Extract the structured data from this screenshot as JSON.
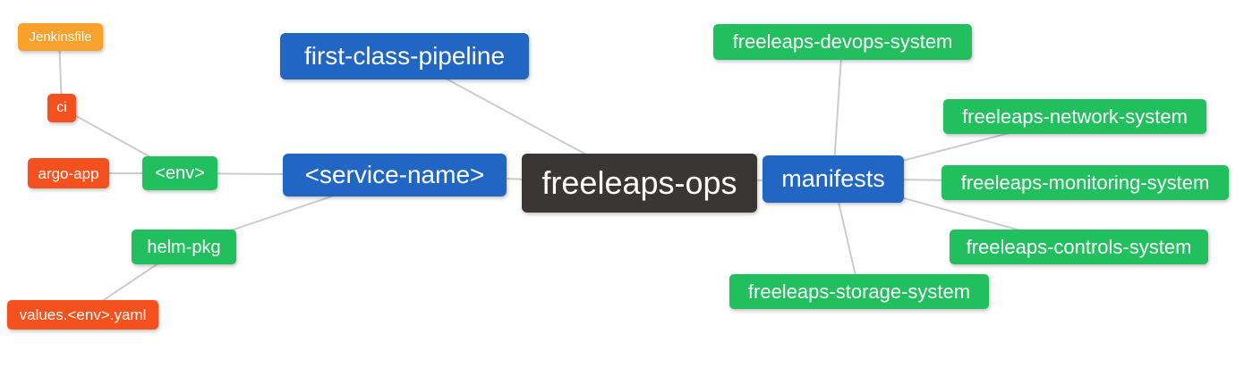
{
  "diagram": {
    "type": "mindmap",
    "background": "#ffffff",
    "colors": {
      "blue": "#2266C3",
      "green": "#22BF5E",
      "red": "#F4511E",
      "orange": "#F8A12C",
      "dark": "#3B3636",
      "edge": "#CCCCCC",
      "text": "#FFFFFF"
    },
    "nodes": {
      "freeleaps_ops": {
        "label": "freeleaps-ops",
        "color_role": "dark"
      },
      "first_class_pipeline": {
        "label": "first-class-pipeline",
        "color_role": "blue"
      },
      "service_name": {
        "label": "<service-name>",
        "color_role": "blue"
      },
      "manifests": {
        "label": "manifests",
        "color_role": "blue"
      },
      "env": {
        "label": "<env>",
        "color_role": "green"
      },
      "helm_pkg": {
        "label": "helm-pkg",
        "color_role": "green"
      },
      "ci": {
        "label": "ci",
        "color_role": "red"
      },
      "argo_app": {
        "label": "argo-app",
        "color_role": "red"
      },
      "values_env_yaml": {
        "label": "values.<env>.yaml",
        "color_role": "red"
      },
      "jenkinsfile": {
        "label": "Jenkinsfile",
        "color_role": "orange"
      },
      "freeleaps_devops_system": {
        "label": "freeleaps-devops-system",
        "color_role": "green"
      },
      "freeleaps_network_system": {
        "label": "freeleaps-network-system",
        "color_role": "green"
      },
      "freeleaps_monitoring_system": {
        "label": "freeleaps-monitoring-system",
        "color_role": "green"
      },
      "freeleaps_controls_system": {
        "label": "freeleaps-controls-system",
        "color_role": "green"
      },
      "freeleaps_storage_system": {
        "label": "freeleaps-storage-system",
        "color_role": "green"
      }
    },
    "edges": [
      [
        "jenkinsfile",
        "ci"
      ],
      [
        "ci",
        "env"
      ],
      [
        "argo_app",
        "env"
      ],
      [
        "env",
        "service_name"
      ],
      [
        "helm_pkg",
        "service_name"
      ],
      [
        "values_env_yaml",
        "helm_pkg"
      ],
      [
        "first_class_pipeline",
        "freeleaps_ops"
      ],
      [
        "service_name",
        "freeleaps_ops"
      ],
      [
        "freeleaps_ops",
        "manifests"
      ],
      [
        "manifests",
        "freeleaps_devops_system"
      ],
      [
        "manifests",
        "freeleaps_network_system"
      ],
      [
        "manifests",
        "freeleaps_monitoring_system"
      ],
      [
        "manifests",
        "freeleaps_controls_system"
      ],
      [
        "manifests",
        "freeleaps_storage_system"
      ]
    ]
  }
}
